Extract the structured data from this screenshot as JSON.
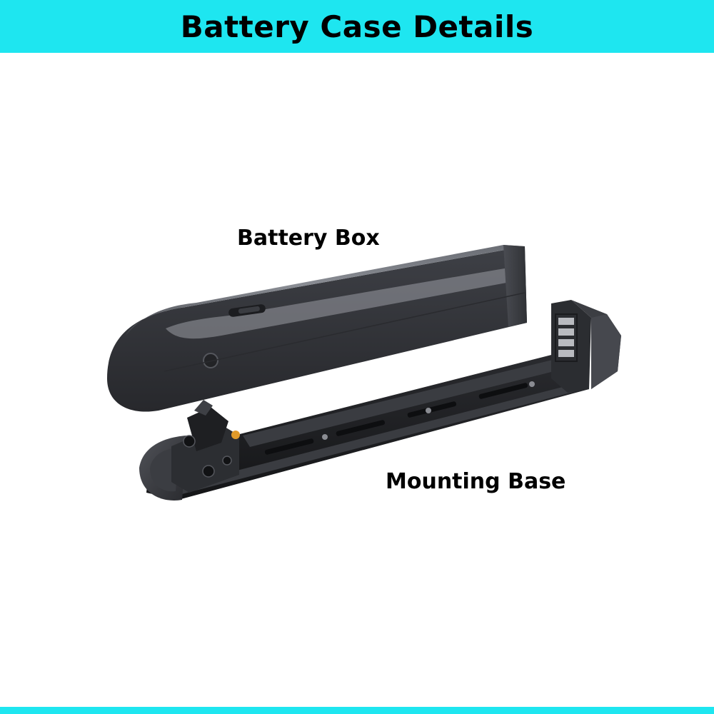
{
  "header": {
    "title": "Battery Case Details",
    "background_color": "#1ee6f0"
  },
  "footer": {
    "strip_color": "#1ee6f0"
  },
  "photo": {
    "parts": [
      {
        "label": "Battery Box"
      },
      {
        "label": "Mounting Base"
      }
    ],
    "colors": {
      "box_body": "#4a4c52",
      "base_frame": "#232427",
      "connector_plate": "#2b2d31",
      "accent_pin": "#e09a2a"
    }
  }
}
